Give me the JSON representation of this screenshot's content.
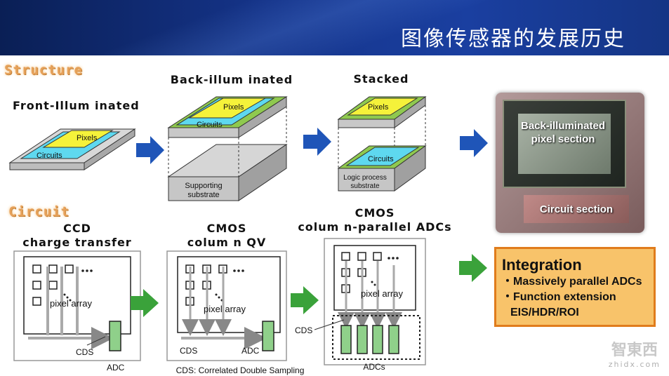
{
  "header": {
    "title": "图像传感器的发展历史"
  },
  "sections": {
    "structure": "Structure",
    "circuit": "Circuit"
  },
  "structure": {
    "front": {
      "caption": "Front-Illum inated",
      "pixels": "Pixels",
      "circuits": "Circuits"
    },
    "back": {
      "caption": "Back-illum inated",
      "pixels": "Pixels",
      "circuits": "Circuits",
      "substrate_line1": "Supporting",
      "substrate_line2": "substrate"
    },
    "stacked": {
      "caption": "Stacked",
      "pixels": "Pixels",
      "circuits": "Circuits",
      "logic_line1": "Logic process",
      "logic_line2": "substrate"
    }
  },
  "photo": {
    "top_line1": "Back-illuminated",
    "top_line2": "pixel section",
    "bottom": "Circuit section"
  },
  "circuit": {
    "ccd": {
      "line1": "CCD",
      "line2": "charge transfer",
      "array": "pixel array",
      "cds": "CDS",
      "adc": "ADC"
    },
    "cmos_qv": {
      "line1": "CMOS",
      "line2": "colum n QV",
      "array": "pixel array",
      "cds": "CDS",
      "adc": "ADC"
    },
    "cmos_adc": {
      "line1": "CMOS",
      "line2": "colum n-parallel ADCs",
      "array": "pixel array",
      "cds": "CDS",
      "adcs": "ADCs"
    },
    "footnote": "CDS: Correlated Double Sampling"
  },
  "integration": {
    "title": "Integration",
    "items": [
      "・Massively parallel ADCs",
      "・Function extension",
      "EIS/HDR/ROI"
    ]
  },
  "watermark": {
    "brand": "智東西",
    "url": "zhidx.com"
  },
  "colors": {
    "pixels": "#f5f23a",
    "circuits": "#5ed8ef",
    "layer_green": "#8fc94f",
    "arrow_blue": "#1f55b8",
    "arrow_green": "#3aa23a",
    "adc_green": "#8fd08a",
    "banner": "#15348a"
  }
}
